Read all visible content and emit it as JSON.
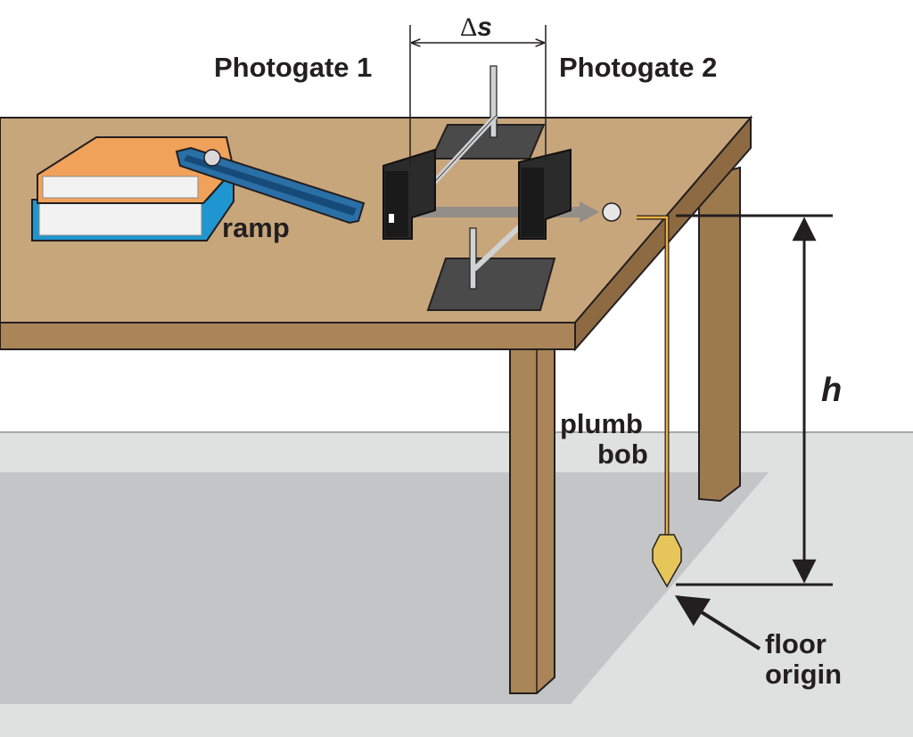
{
  "labels": {
    "photogate1": "Photogate 1",
    "photogate2": "Photogate 2",
    "delta_s_symbol": "Δ",
    "delta_s_var": "s",
    "ramp": "ramp",
    "height": "h",
    "plumb_line1": "plumb",
    "plumb_line2": "bob",
    "floor_line1": "floor",
    "floor_line2": "origin"
  },
  "colors": {
    "tabletop": "#c8a67c",
    "table_edge": "#a98558",
    "table_leg": "#9d7a4e",
    "floor": "#dfe0e0",
    "shadow": "#c4c5c6",
    "ramp": "#2a6fa6",
    "book_top": "#f0a25a",
    "book_bottom": "#1f96cf",
    "photogate": "#2b2b2b",
    "plumb_string": "#f0b040",
    "plumb_bob": "#e6c65a"
  }
}
